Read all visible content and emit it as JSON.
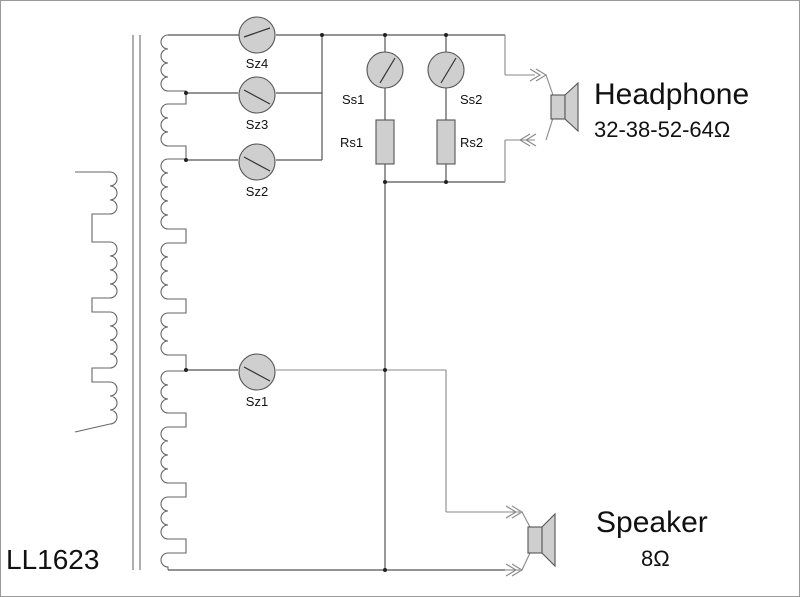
{
  "diagram": {
    "transformer_label": "LL1623",
    "switches": {
      "sz4": "Sz4",
      "sz3": "Sz3",
      "sz2": "Sz2",
      "sz1": "Sz1",
      "ss1": "Ss1",
      "ss2": "Ss2"
    },
    "resistors": {
      "rs1": "Rs1",
      "rs2": "Rs2"
    },
    "headphone": {
      "title": "Headphone",
      "impedance": "32-38-52-64Ω"
    },
    "speaker": {
      "title": "Speaker",
      "impedance": "8Ω"
    }
  }
}
